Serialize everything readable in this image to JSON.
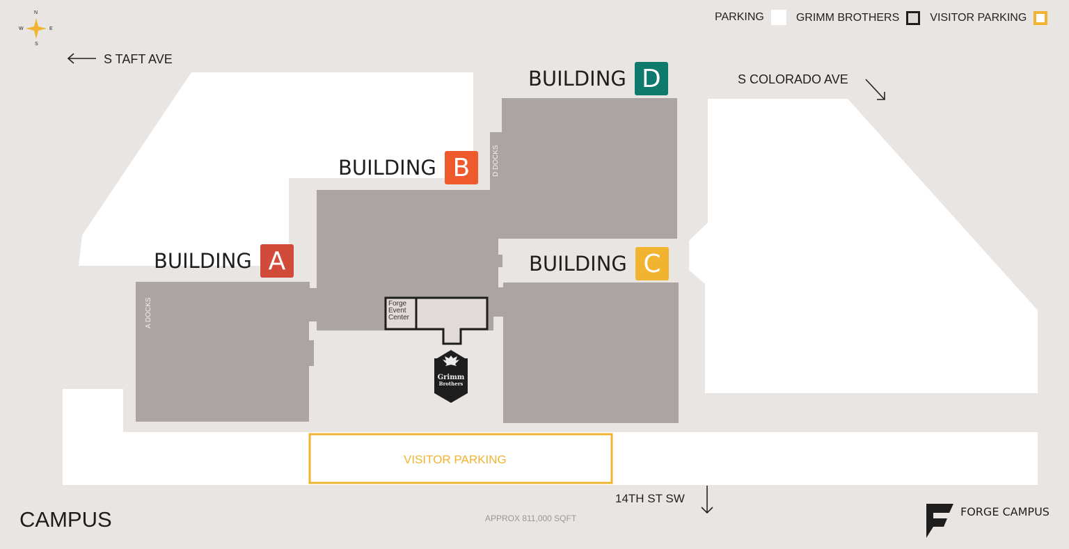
{
  "colors": {
    "background": "#E9E5E3",
    "parking": "#FFFFFF",
    "building": "#ABA4A2",
    "event_center_fill": "#E1DAD8",
    "event_center_stroke": "#1E1E1E",
    "visitor_parking": "#F2B330",
    "compass": "#F2B330"
  },
  "compass": {
    "n": "N",
    "s": "S",
    "e": "E",
    "w": "W"
  },
  "legend": {
    "items": [
      {
        "label": "PARKING",
        "swatch": "parking"
      },
      {
        "label": "GRIMM BROTHERS",
        "swatch": "grimm"
      },
      {
        "label": "VISITOR PARKING",
        "swatch": "visitor"
      }
    ]
  },
  "streets": {
    "taft": {
      "label": "S TAFT AVE",
      "arrow": "←"
    },
    "colorado": {
      "label": "S COLORADO AVE",
      "arrow": "↘"
    },
    "fourteenth": {
      "label": "14TH ST SW",
      "arrow": "↓"
    }
  },
  "buildings": {
    "a": {
      "word": "BUILDING",
      "letter": "A",
      "color": "#D24B3A",
      "dock": "A DOCKS"
    },
    "b": {
      "word": "BUILDING",
      "letter": "B",
      "color": "#EE5A2B"
    },
    "c": {
      "word": "BUILDING",
      "letter": "C",
      "color": "#F2B330"
    },
    "d": {
      "word": "BUILDING",
      "letter": "D",
      "color": "#0E7A6E",
      "dock": "D DOCKS"
    }
  },
  "event_center": {
    "line1": "Forge",
    "line2": "Event",
    "line3": "Center"
  },
  "grimm_logo": {
    "line1": "Grimm",
    "line2": "Brothers"
  },
  "visitor_parking": {
    "label": "VISITOR PARKING"
  },
  "footer": {
    "title": "CAMPUS",
    "area": "APPROX 811,000 SQFT",
    "brand": "FORGE CAMPUS"
  }
}
